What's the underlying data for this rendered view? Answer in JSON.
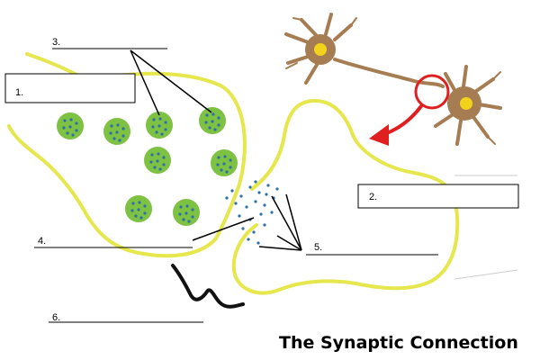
{
  "title": "The Synaptic Connection",
  "labels": [
    "1.",
    "2.",
    "3.",
    "4.",
    "5.",
    "6."
  ],
  "colors": {
    "membrane": "#E6E64D",
    "vesicle_fill": "#7DC242",
    "vesicle_dot": "#2F6FA8",
    "neurotransmitter": "#2F6FA8",
    "neuron_body": "#A67C52",
    "neuron_nucleus": "#F2D21B",
    "highlight_circle": "#E02020",
    "arrow": "#E02020",
    "pointer_line": "#000000"
  },
  "icons": {
    "neuron_pair": "neuron-icon",
    "zoom_arrow": "arrow-icon"
  }
}
